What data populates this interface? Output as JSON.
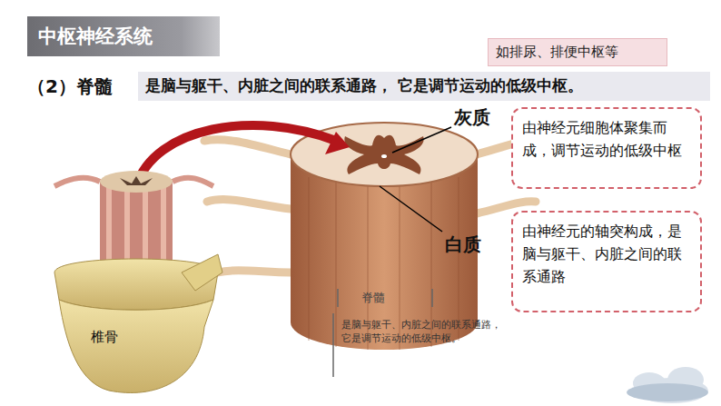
{
  "diagram": {
    "title": "中枢神经系统",
    "nodes": [
      {
        "text": [
          "如排尿、排便中枢等"
        ]
      },
      {
        "text": [
          "（2）脊髓",
          "是脑与躯干、内脏之间的联系通路， 它是调节运动的低级中枢。"
        ]
      },
      {
        "text": [
          "由神经元细胞体聚集而成，调节运动的低级中枢"
        ]
      },
      {
        "text": [
          "由神经元的轴突构成，是脑与躯干、内脏之间的联系通路"
        ]
      },
      {
        "text": [
          "脊髓",
          "是脑与躯干、内脏之间的联系通路，它是调节运动的低级中枢。"
        ]
      }
    ],
    "labels": [
      "灰质",
      "白质",
      "椎骨"
    ]
  }
}
